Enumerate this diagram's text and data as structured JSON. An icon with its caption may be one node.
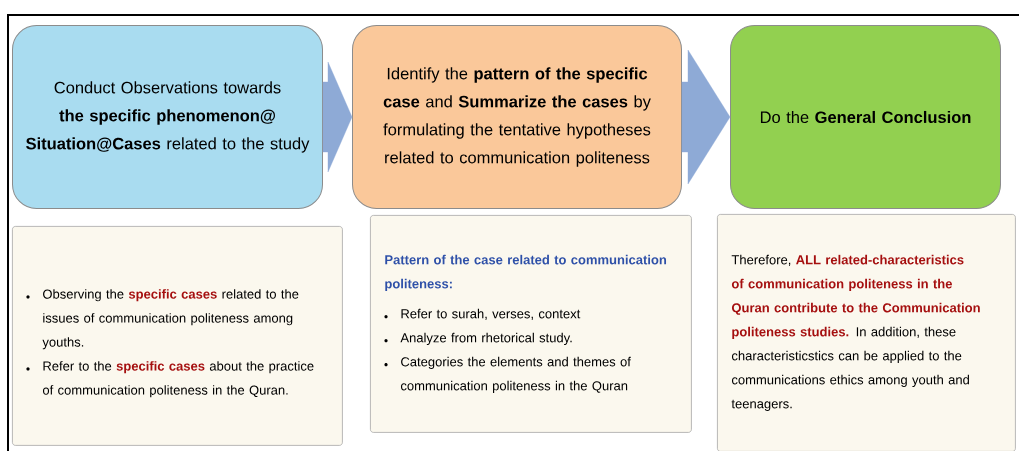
{
  "diagram": {
    "nodes": [
      {
        "text": [
          "Conduct Observations towards **the specific phenomenon@ Situation@Cases** related to the study"
        ]
      },
      {
        "text": [
          "Identify the **pattern of the specific case** and **Summarize the cases** by formulating the tentative hypotheses related to communication politeness"
        ]
      },
      {
        "text": [
          "Do the **General Conclusion**"
        ]
      },
      {
        "text": [
          "Observing the **specific cases** related to the issues of communication politeness among youths.",
          "Refer to the **specific cases** about the practice of  communication politeness in the Quran."
        ]
      },
      {
        "text": [
          "Pattern of the case related to communication politeness:",
          "Refer to surah, verses, context",
          "Analyze from rhetorical study.",
          "Categories the elements and themes of communication politeness in the Quran"
        ]
      },
      {
        "text": [
          "Therefore, **ALL related-characteristics of communication politeness  in the Quran contribute to the Communication politeness studies.** In addition, these characteristicstics can be applied to the communications ethics among youth and teenagers."
        ]
      }
    ],
    "edges": [
      {
        "from": 0,
        "to": 1,
        "arrow": "to"
      },
      {
        "from": 1,
        "to": 2,
        "arrow": "to"
      }
    ]
  }
}
